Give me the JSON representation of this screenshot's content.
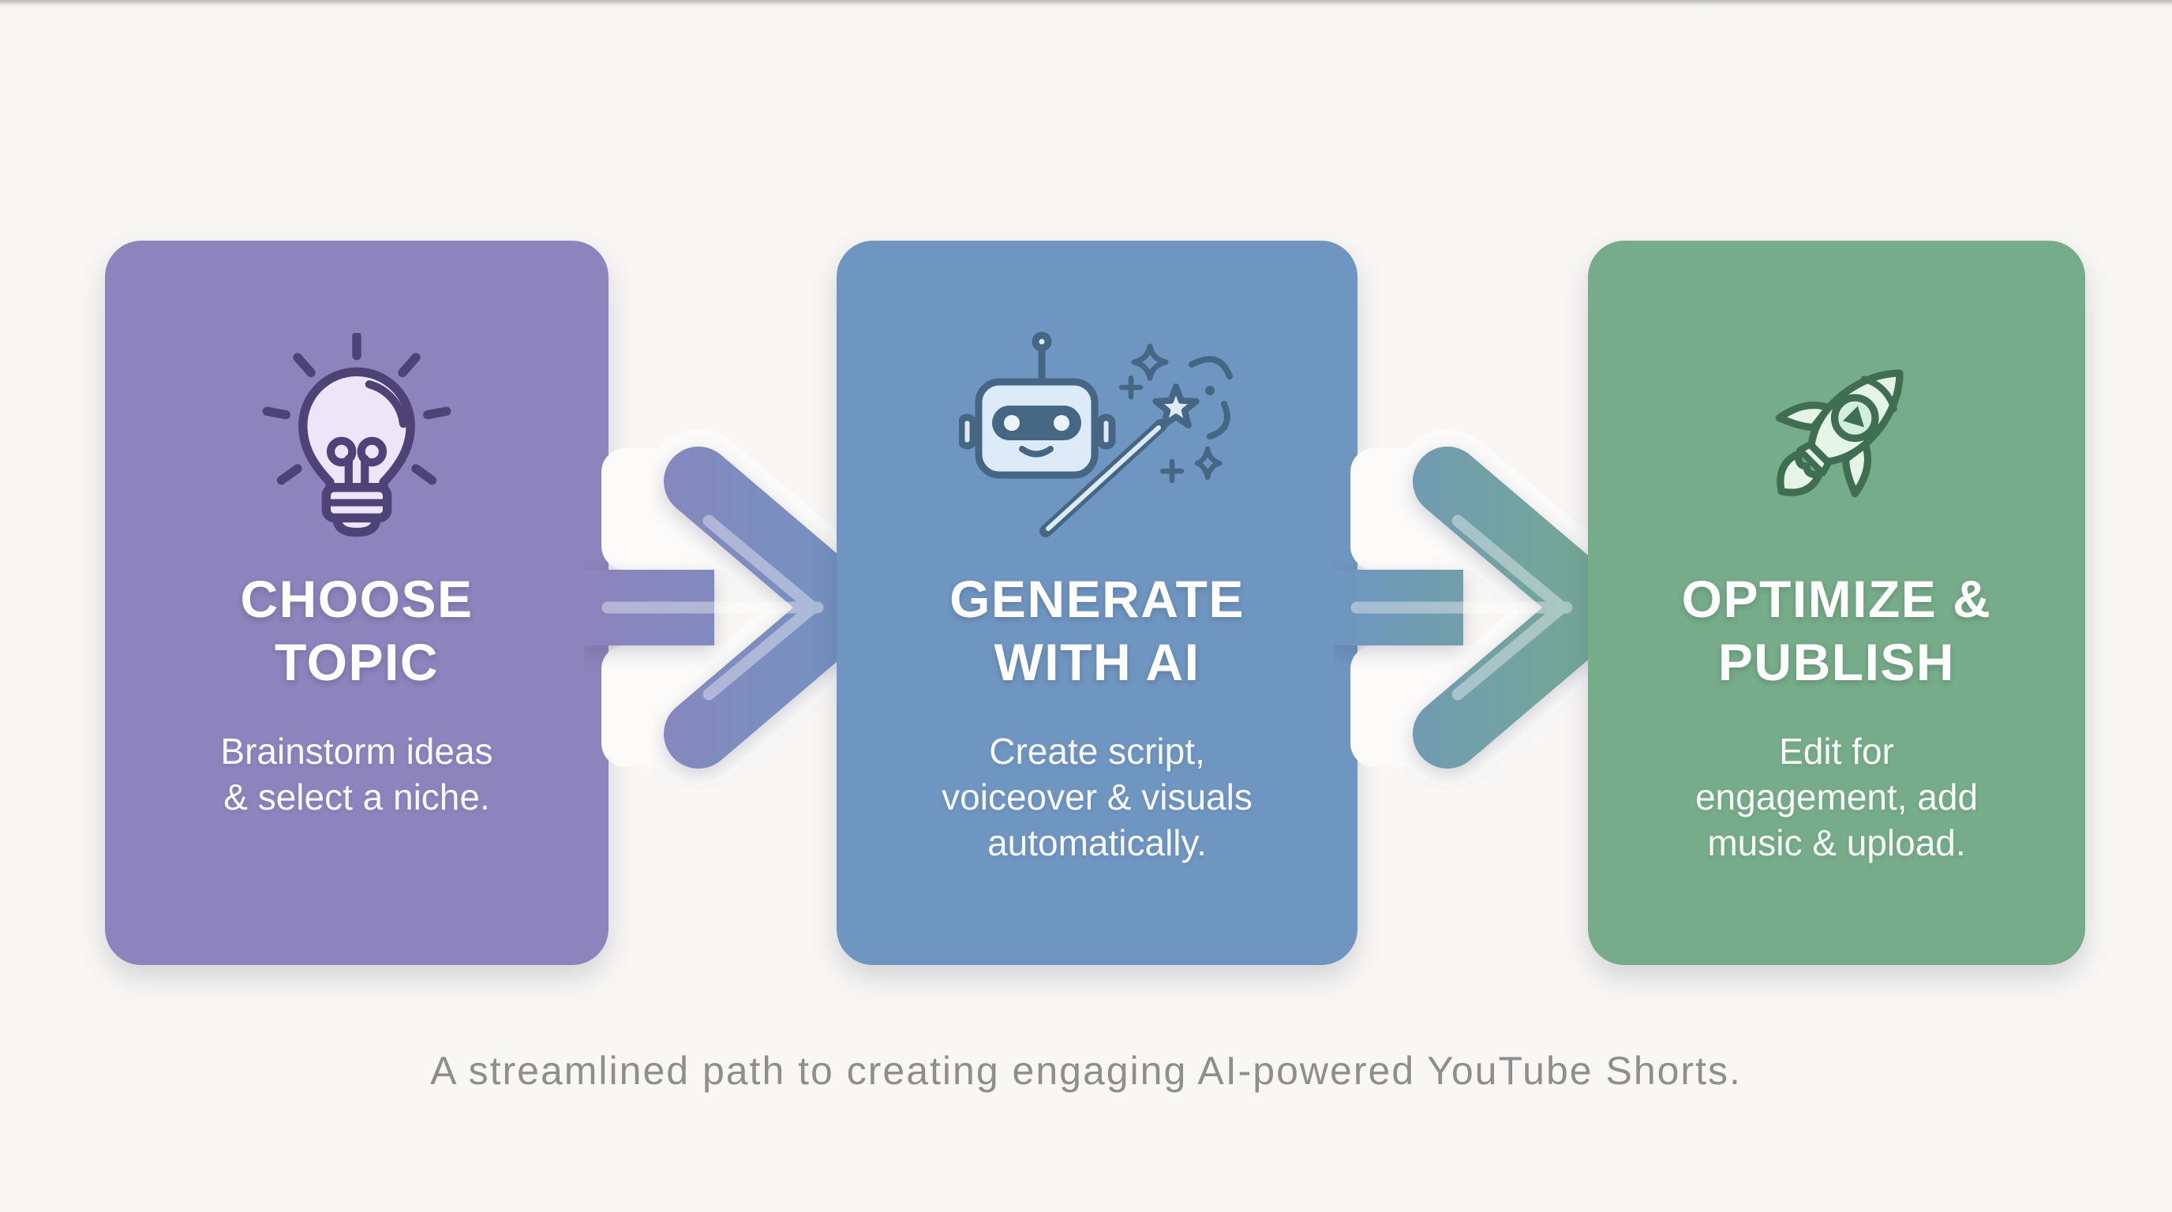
{
  "page": {
    "background_color": "#f8f7f5",
    "caption": "A streamlined path to creating engaging AI-powered YouTube Shorts.",
    "caption_color": "#8e8e8e"
  },
  "steps": [
    {
      "id": "choose-topic",
      "title": "CHOOSE\nTOPIC",
      "description": "Brainstorm ideas\n& select a niche.",
      "card_color": "#8d83bd",
      "icon": "lightbulb-icon",
      "icon_outline_color": "#4e4377",
      "icon_fill_color": "#ece6f8"
    },
    {
      "id": "generate-with-ai",
      "title": "GENERATE\nWITH AI",
      "description": "Create script,\nvoiceover & visuals\nautomatically.",
      "card_color": "#6f95c1",
      "icon": "robot-magic-wand-icon",
      "icon_outline_color": "#456784",
      "icon_fill_color": "#dcebf7"
    },
    {
      "id": "optimize-publish",
      "title": "OPTIMIZE &\nPUBLISH",
      "description": "Edit for\nengagement, add\nmusic & upload.",
      "card_color": "#76ac89",
      "icon": "rocket-icon",
      "icon_outline_color": "#3f6e52",
      "icon_fill_color": "#e4f5e8"
    }
  ],
  "arrows": [
    {
      "from": "choose-topic",
      "to": "generate-with-ai",
      "gradient_start": "#8d83bd",
      "gradient_end": "#6f95c1"
    },
    {
      "from": "generate-with-ai",
      "to": "optimize-publish",
      "gradient_start": "#6f95c1",
      "gradient_end": "#76ac89"
    }
  ]
}
